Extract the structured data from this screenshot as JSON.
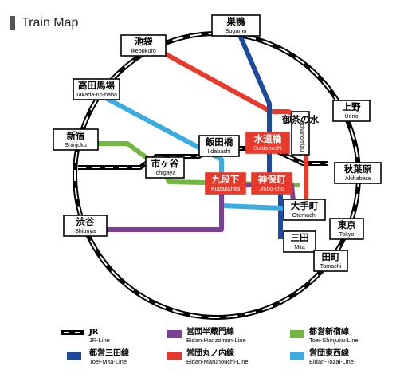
{
  "title": "Train Map",
  "colors": {
    "jr": "#000000",
    "mita": "#1c4a9c",
    "hanzomon": "#7b3f98",
    "marunouchi": "#e8392a",
    "shinjuku": "#73b743",
    "tozai": "#3bace2"
  },
  "stations": {
    "sugamo": {
      "ja": "巣鴨",
      "en": "Sugamo"
    },
    "ikebukuro": {
      "ja": "池袋",
      "en": "Ikebukuro"
    },
    "takadanobaba": {
      "ja": "高田馬場",
      "en": "Takada-no-baba"
    },
    "shinjuku": {
      "ja": "新宿",
      "en": "Shinjuku"
    },
    "ichigaya": {
      "ja": "市ヶ谷",
      "en": "Ichigaya"
    },
    "iidabashi": {
      "ja": "飯田橋",
      "en": "Iidabashi"
    },
    "suidobashi": {
      "ja": "水道橋",
      "en": "Suidobashi"
    },
    "ochanomizu": {
      "ja": "御茶の水",
      "en": "Ochanomizu"
    },
    "ueno": {
      "ja": "上野",
      "en": "Ueno"
    },
    "akihabara": {
      "ja": "秋葉原",
      "en": "Akihabara"
    },
    "kudanshita": {
      "ja": "九段下",
      "en": "Kudanshita"
    },
    "jinbocho": {
      "ja": "神保町",
      "en": "Jinbo-cho"
    },
    "otemachi": {
      "ja": "大手町",
      "en": "Otemachi"
    },
    "tokyo": {
      "ja": "東京",
      "en": "Tokyo"
    },
    "shibuya": {
      "ja": "渋谷",
      "en": "Shibuya"
    },
    "mita": {
      "ja": "三田",
      "en": "Mita"
    },
    "tamachi": {
      "ja": "田町",
      "en": "Tamachi"
    }
  },
  "legend": {
    "jr": {
      "ja": "JR",
      "en": "JR-Line"
    },
    "hanzomon": {
      "ja": "営団半蔵門線",
      "en": "Eidan-Hanzomon-Line"
    },
    "shinjuku": {
      "ja": "都営新宿線",
      "en": "Toei-Shinjuku-Line"
    },
    "mita": {
      "ja": "都営三田線",
      "en": "Toei-Mita-Line"
    },
    "marunouchi": {
      "ja": "営団丸ノ内線",
      "en": "Eidan-Marunouchi-Line"
    },
    "tozai": {
      "ja": "営団東西線",
      "en": "Eidan-Tozai-Line"
    }
  }
}
